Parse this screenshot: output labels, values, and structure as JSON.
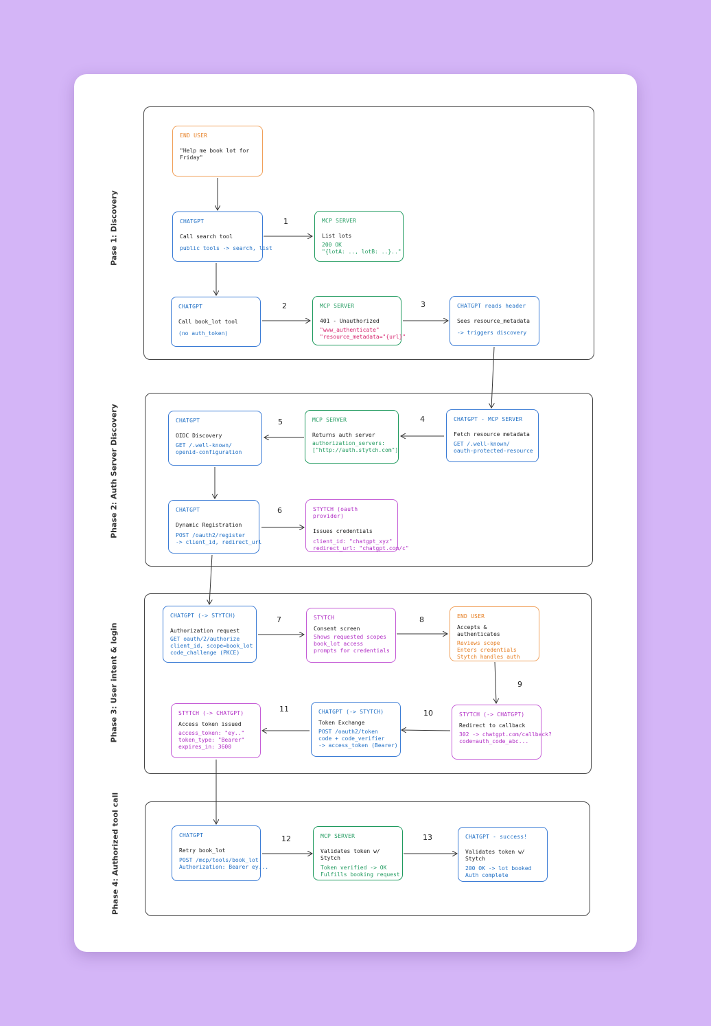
{
  "phases": [
    {
      "label": "Pase 1: Discovery"
    },
    {
      "label": "Phase 2: Auth Server Discovery"
    },
    {
      "label": "Phase 3: User intent & login"
    },
    {
      "label": "Phase 4: Authorized tool call"
    }
  ],
  "steps": [
    "1",
    "2",
    "3",
    "4",
    "5",
    "6",
    "7",
    "8",
    "9",
    "10",
    "11",
    "12",
    "13"
  ],
  "boxes": {
    "end_user_1": {
      "header": "END USER",
      "body": "\"Help me book lot for Friday\"",
      "detail": ""
    },
    "chatgpt_search": {
      "header": "CHATGPT",
      "body": "Call search tool",
      "detail": "public tools -> search, list"
    },
    "mcp_list": {
      "header": "MCP SERVER",
      "body": "List lots",
      "detail": "200 OK\n\"{lotA: .., lotB: ..}..\""
    },
    "chatgpt_book": {
      "header": "CHATGPT",
      "body": "Call book_lot tool",
      "detail": "(no auth_token)"
    },
    "mcp_401": {
      "header": "MCP SERVER",
      "body": "401 - Unauthorized",
      "detail": "\"www_authenticate\"\n\"resource_metadata=\"{url}\""
    },
    "chatgpt_header": {
      "header": "CHATGPT reads header",
      "body": "Sees resource_metadata",
      "detail": "-> triggers discovery"
    },
    "chatgpt_mcp": {
      "header": "CHATGPT - MCP SERVER",
      "body": "Fetch resource metadata",
      "detail": "GET /.well-known/\noauth-protected-resource"
    },
    "mcp_auth": {
      "header": "MCP SERVER",
      "body": "Returns auth server",
      "detail": "authorization_servers:\n[\"http://auth.stytch.com\"]"
    },
    "chatgpt_oidc": {
      "header": "CHATGPT",
      "body": "OIDC Discovery",
      "detail": "GET /.well-known/\nopenid-configuration"
    },
    "chatgpt_reg": {
      "header": "CHATGPT",
      "body": "Dynamic Registration",
      "detail": "POST /oauth2/register\n-> client_id, redirect_url"
    },
    "stytch_cred": {
      "header": "STYTCH (oauth provider)",
      "body": "Issues credentials",
      "detail": "client_id: \"chatgpt_xyz\"\nredirect_url: \"chatgpt.com/c\""
    },
    "chatgpt_authz": {
      "header": "CHATGPT (-> STYTCH)",
      "body": "Authorization request",
      "detail": "GET oauth/2/authorize\nclient_id, scope=book_lot\ncode_challenge (PKCE)"
    },
    "stytch_consent": {
      "header": "STYTCH",
      "body": "Consent screen",
      "detail": "Shows requested scopes\nbook_lot access\nprompts for credentials"
    },
    "end_user_2": {
      "header": "END USER",
      "body": "Accepts & authenticates",
      "detail": "Reviews scope\nEnters credentials\nStytch handles auth"
    },
    "stytch_redirect": {
      "header": "STYTCH (-> CHATGPT)",
      "body": "Redirect to callback",
      "detail": "302 -> chatgpt.com/callback?\ncode=auth_code_abc..."
    },
    "chatgpt_token": {
      "header": "CHATGPT (-> STYTCH)",
      "body": "Token Exchange",
      "detail": "POST /oauth2/token\ncode + code_verifier\n-> access_token (Bearer)"
    },
    "stytch_token": {
      "header": "STYTCH (-> CHATGPT)",
      "body": "Access token issued",
      "detail": "access_token: \"ey..\"\ntoken_type: \"Bearer\"\nexpires_in: 3600"
    },
    "chatgpt_retry": {
      "header": "CHATGPT",
      "body": "Retry book_lot",
      "detail": "POST /mcp/tools/book_lot\nAuthorization: Bearer ey..."
    },
    "mcp_validate": {
      "header": "MCP SERVER",
      "body": "Validates token w/ Stytch",
      "detail": "Token verified -> OK\nFulfills booking request"
    },
    "chatgpt_success": {
      "header": "CHATGPT - success!",
      "body": "Validates token w/ Stytch",
      "detail": "200 OK -> lot booked\nAuth complete"
    }
  }
}
